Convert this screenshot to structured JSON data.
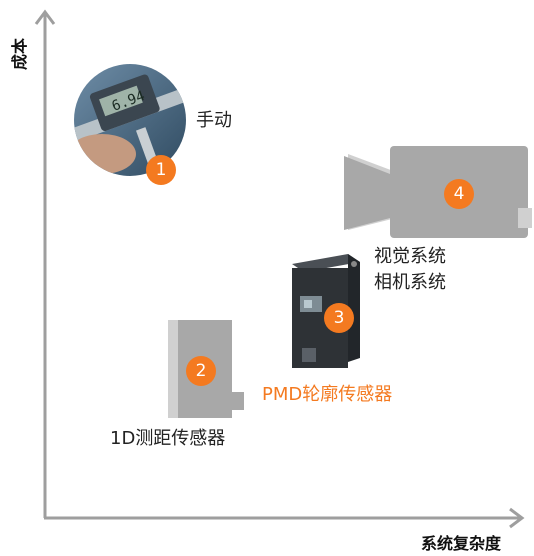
{
  "axes": {
    "y_label": "成本",
    "x_label": "系统复杂度"
  },
  "items": [
    {
      "number": "1",
      "label": "手动",
      "icon": "caliper-photo"
    },
    {
      "number": "2",
      "label": "1D测距传感器",
      "icon": "1d-sensor-block"
    },
    {
      "number": "3",
      "label": "PMD轮廓传感器",
      "icon": "pmd-sensor-photo"
    },
    {
      "number": "4",
      "label_line1": "视觉系统",
      "label_line2": "相机系统",
      "icon": "camera-block"
    }
  ],
  "colors": {
    "accent": "#F47A20",
    "axis": "#9E9E9E",
    "block_gray": "#A8A8A8",
    "block_light": "#D0D0D0",
    "text": "#222222"
  }
}
